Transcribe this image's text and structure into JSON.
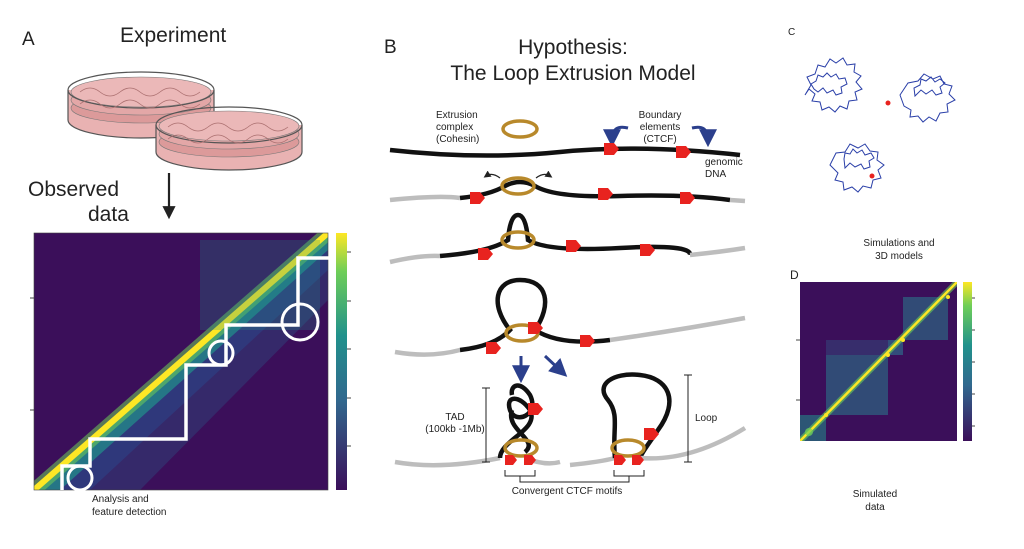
{
  "panels": {
    "a": {
      "letter": "A",
      "title": "Experiment",
      "observed_line1": "Observed",
      "observed_line2": "data",
      "analysis_line1": "Analysis and",
      "analysis_line2": "feature detection"
    },
    "b": {
      "letter": "B",
      "title_line1": "Hypothesis:",
      "title_line2": "The Loop Extrusion Model",
      "extrusion_line1": "Extrusion",
      "extrusion_line2": "complex",
      "extrusion_line3": "(Cohesin)",
      "boundary_line1": "Boundary",
      "boundary_line2": "elements",
      "boundary_line3": "(CTCF)",
      "genomic_line1": "genomic",
      "genomic_line2": "DNA",
      "tad_line1": "TAD",
      "tad_line2": "(100kb -1Mb)",
      "loop_label": "Loop",
      "convergent_label": "Convergent CTCF motifs"
    },
    "c": {
      "letter": "C",
      "caption_line1": "Simulations and",
      "caption_line2": "3D models"
    },
    "d": {
      "letter": "D",
      "caption_line1": "Simulated",
      "caption_line2": "data"
    }
  },
  "colors": {
    "heatmap_low": "#3b0f5a",
    "heatmap_mid": "#21918c",
    "heatmap_high": "#fde725",
    "ctcf": "#e8231f",
    "cohesin": "#b8892b",
    "dna": "#111111",
    "dna_faded": "#bdbdbd",
    "arrow": "#2b3f8c",
    "polymer": "#2a3fa8",
    "dish": "#e6a6a6"
  }
}
